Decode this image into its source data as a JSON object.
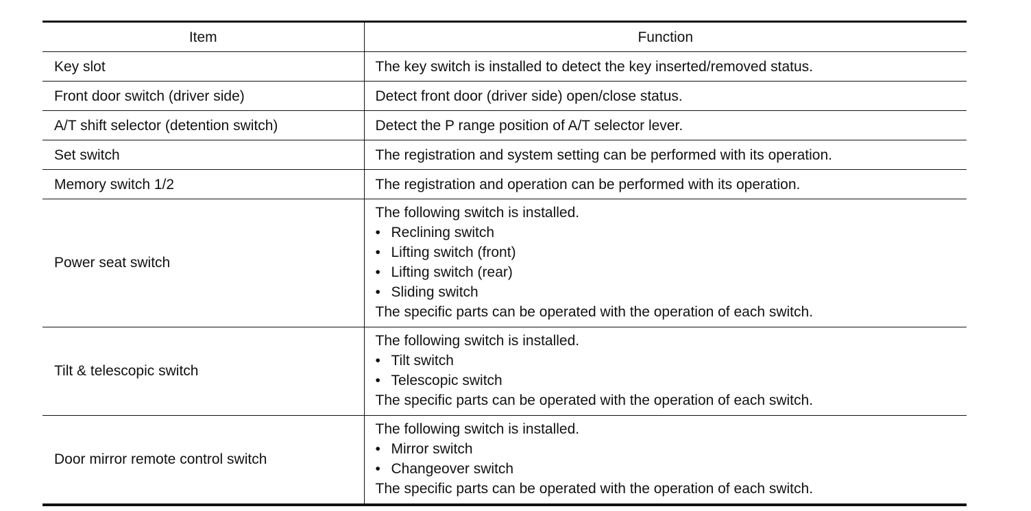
{
  "table": {
    "headers": {
      "item": "Item",
      "function": "Function"
    },
    "rows": [
      {
        "item": "Key slot",
        "lines": [
          "The key switch is installed to detect the key inserted/removed status."
        ]
      },
      {
        "item": "Front door switch (driver side)",
        "lines": [
          "Detect front door (driver side) open/close status."
        ]
      },
      {
        "item": "A/T shift selector (detention switch)",
        "lines": [
          "Detect the P range position of A/T selector lever."
        ]
      },
      {
        "item": "Set switch",
        "lines": [
          "The registration and system setting can be performed with its operation."
        ]
      },
      {
        "item": "Memory switch 1/2",
        "lines": [
          "The registration and operation can be performed with its operation."
        ]
      },
      {
        "item": "Power seat switch",
        "intro": "The following switch is installed.",
        "bullets": [
          "Reclining switch",
          "Lifting switch (front)",
          "Lifting switch (rear)",
          "Sliding switch"
        ],
        "outro": "The specific parts can be operated with the operation of each switch."
      },
      {
        "item": "Tilt & telescopic switch",
        "intro": "The following switch is installed.",
        "bullets": [
          "Tilt switch",
          "Telescopic switch"
        ],
        "outro": "The specific parts can be operated with the operation of each switch."
      },
      {
        "item": "Door mirror remote control switch",
        "intro": "The following switch is installed.",
        "bullets": [
          "Mirror switch",
          "Changeover switch"
        ],
        "outro": "The specific parts can be operated with the operation of each switch."
      }
    ],
    "bullet_symbol": "•"
  }
}
